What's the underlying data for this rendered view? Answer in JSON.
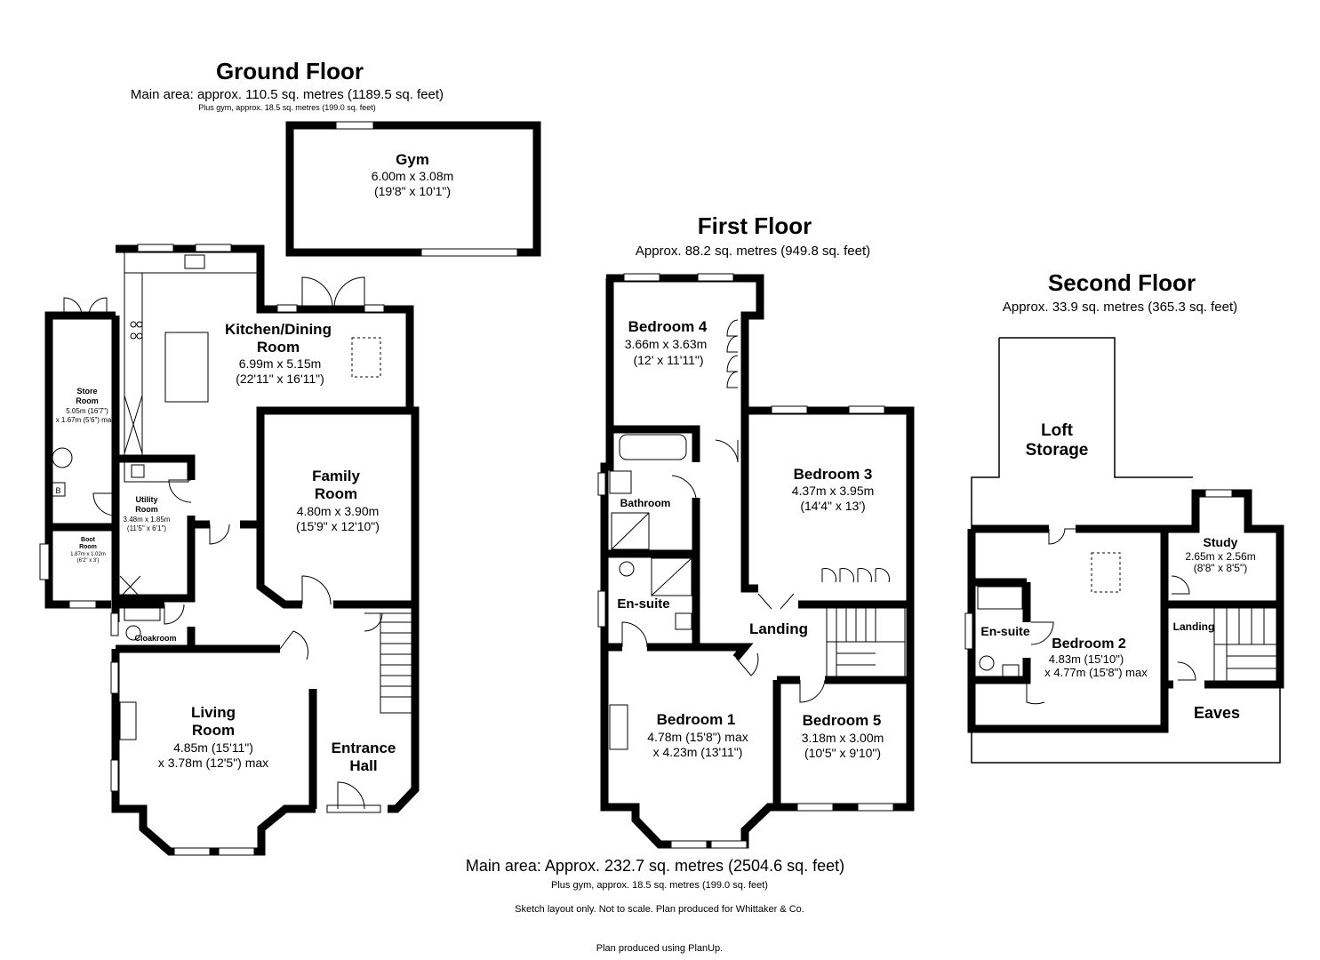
{
  "ground_floor": {
    "title": "Ground Floor",
    "main_area": "Main area: approx. 110.5 sq. metres (1189.5 sq. feet)",
    "gym_note": "Plus gym, approx. 18.5 sq. metres (199.0 sq. feet)",
    "rooms": {
      "gym": {
        "name": "Gym",
        "dim1": "6.00m x 3.08m",
        "dim2": "(19'8\" x 10'1\")"
      },
      "kitchen": {
        "name1": "Kitchen/Dining",
        "name2": "Room",
        "dim1": "6.99m x 5.15m",
        "dim2": "(22'11\" x 16'11\")"
      },
      "family": {
        "name1": "Family",
        "name2": "Room",
        "dim1": "4.80m x 3.90m",
        "dim2": "(15'9\" x 12'10\")"
      },
      "store": {
        "name1": "Store",
        "name2": "Room",
        "dim1": "5.05m (16'7\")",
        "dim2": "x 1.67m (5'6\") max"
      },
      "utility": {
        "name1": "Utility",
        "name2": "Room",
        "dim1": "3.48m x 1.85m",
        "dim2": "(11'5\" x 6'1\")"
      },
      "boot": {
        "name1": "Boot",
        "name2": "Room",
        "dim1": "1.87m x 1.02m",
        "dim2": "(6'2\" x 3')"
      },
      "cloakroom": {
        "name": "Cloakroom"
      },
      "living": {
        "name1": "Living",
        "name2": "Room",
        "dim1": "4.85m (15'11\")",
        "dim2": "x 3.78m (12'5\") max"
      },
      "entrance": {
        "name1": "Entrance",
        "name2": "Hall"
      },
      "boiler": {
        "name": "B"
      }
    }
  },
  "first_floor": {
    "title": "First Floor",
    "area": "Approx. 88.2 sq. metres (949.8 sq. feet)",
    "rooms": {
      "bed4": {
        "name": "Bedroom 4",
        "dim1": "3.66m x 3.63m",
        "dim2": "(12' x 11'11\")"
      },
      "bed3": {
        "name": "Bedroom 3",
        "dim1": "4.37m x 3.95m",
        "dim2": "(14'4\" x 13')"
      },
      "bathroom": {
        "name": "Bathroom"
      },
      "ensuite": {
        "name": "En-suite"
      },
      "landing": {
        "name": "Landing"
      },
      "bed1": {
        "name": "Bedroom 1",
        "dim1": "4.78m (15'8\") max",
        "dim2": "x 4.23m (13'11\")"
      },
      "bed5": {
        "name": "Bedroom 5",
        "dim1": "3.18m x 3.00m",
        "dim2": "(10'5\" x 9'10\")"
      }
    }
  },
  "second_floor": {
    "title": "Second Floor",
    "area": "Approx. 33.9 sq. metres (365.3 sq. feet)",
    "rooms": {
      "loft": {
        "name1": "Loft",
        "name2": "Storage"
      },
      "study": {
        "name": "Study",
        "dim1": "2.65m x 2.56m",
        "dim2": "(8'8\" x 8'5\")"
      },
      "ensuite": {
        "name": "En-suite"
      },
      "bed2": {
        "name": "Bedroom 2",
        "dim1": "4.83m (15'10\")",
        "dim2": "x 4.77m (15'8\") max"
      },
      "landing": {
        "name": "Landing"
      },
      "eaves": {
        "name": "Eaves"
      }
    }
  },
  "footer": {
    "main_area": "Main area: Approx. 232.7 sq. metres (2504.6 sq. feet)",
    "gym_note": "Plus gym, approx. 18.5 sq. metres (199.0 sq. feet)",
    "disclaimer": "Sketch layout only. Not to scale. Plan produced for Whittaker & Co.",
    "produced": "Plan produced using PlanUp."
  }
}
